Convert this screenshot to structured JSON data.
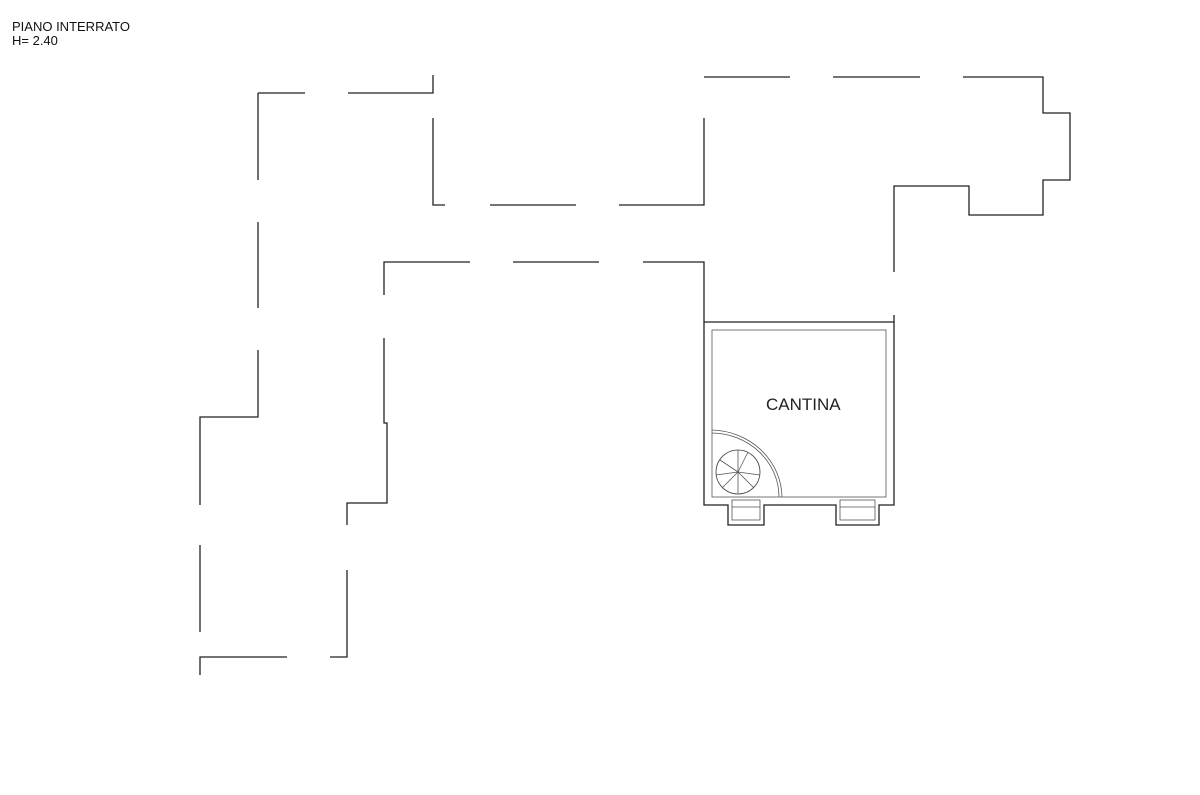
{
  "header": {
    "floor_name": "PIANO INTERRATO",
    "height_label": "H= 2.40"
  },
  "rooms": [
    {
      "name": "CANTINA"
    }
  ]
}
